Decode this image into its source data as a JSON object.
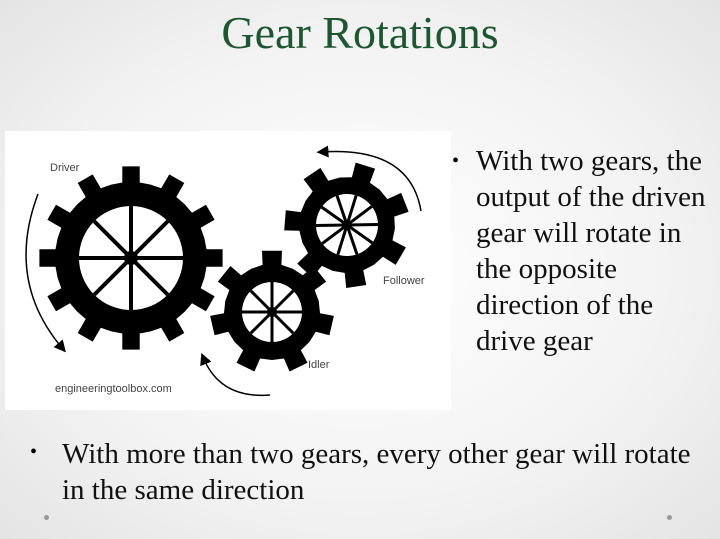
{
  "title": "Gear Rotations",
  "figure": {
    "labels": {
      "driver": "Driver",
      "follower": "Follower",
      "idler": "Idler",
      "credit": "engineeringtoolbox.com"
    },
    "gear_color": "#000000"
  },
  "bullets": [
    {
      "text": "With two gears, the output of the driven gear will rotate in the opposite direction of the drive gear"
    },
    {
      "text": "With more than two gears, every other gear will rotate in the same direction"
    }
  ],
  "bullet_symbol": "•"
}
